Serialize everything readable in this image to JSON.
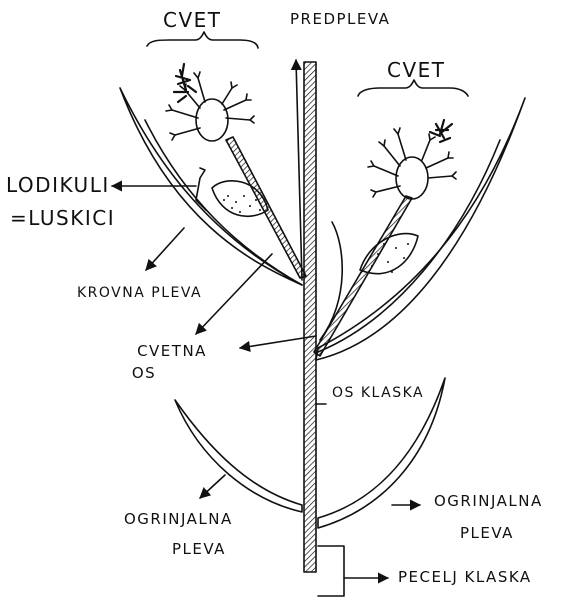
{
  "labels": {
    "cvet_left": "CVET",
    "predpleva": "PREDPLEVA",
    "cvet_right": "CVET",
    "lodikuli_line1": "LODIKULI",
    "lodikuli_line2": "=LUSKICI",
    "krovna_pleva": "KROVNA PLEVA",
    "cvetna_os_line1": "CVETNA",
    "cvetna_os_line2": "OS",
    "os_klaska": "OS KLASKA",
    "ogrinjalna_left_line1": "OGRINJALNA",
    "ogrinjalna_left_line2": "PLEVA",
    "ogrinjalna_right_line1": "OGRINJALNA",
    "ogrinjalna_right_line2": "PLEVA",
    "pecelj_klaska": "PECELJ KLASKA"
  },
  "colors": {
    "ink": "#111111",
    "background": "#ffffff"
  }
}
